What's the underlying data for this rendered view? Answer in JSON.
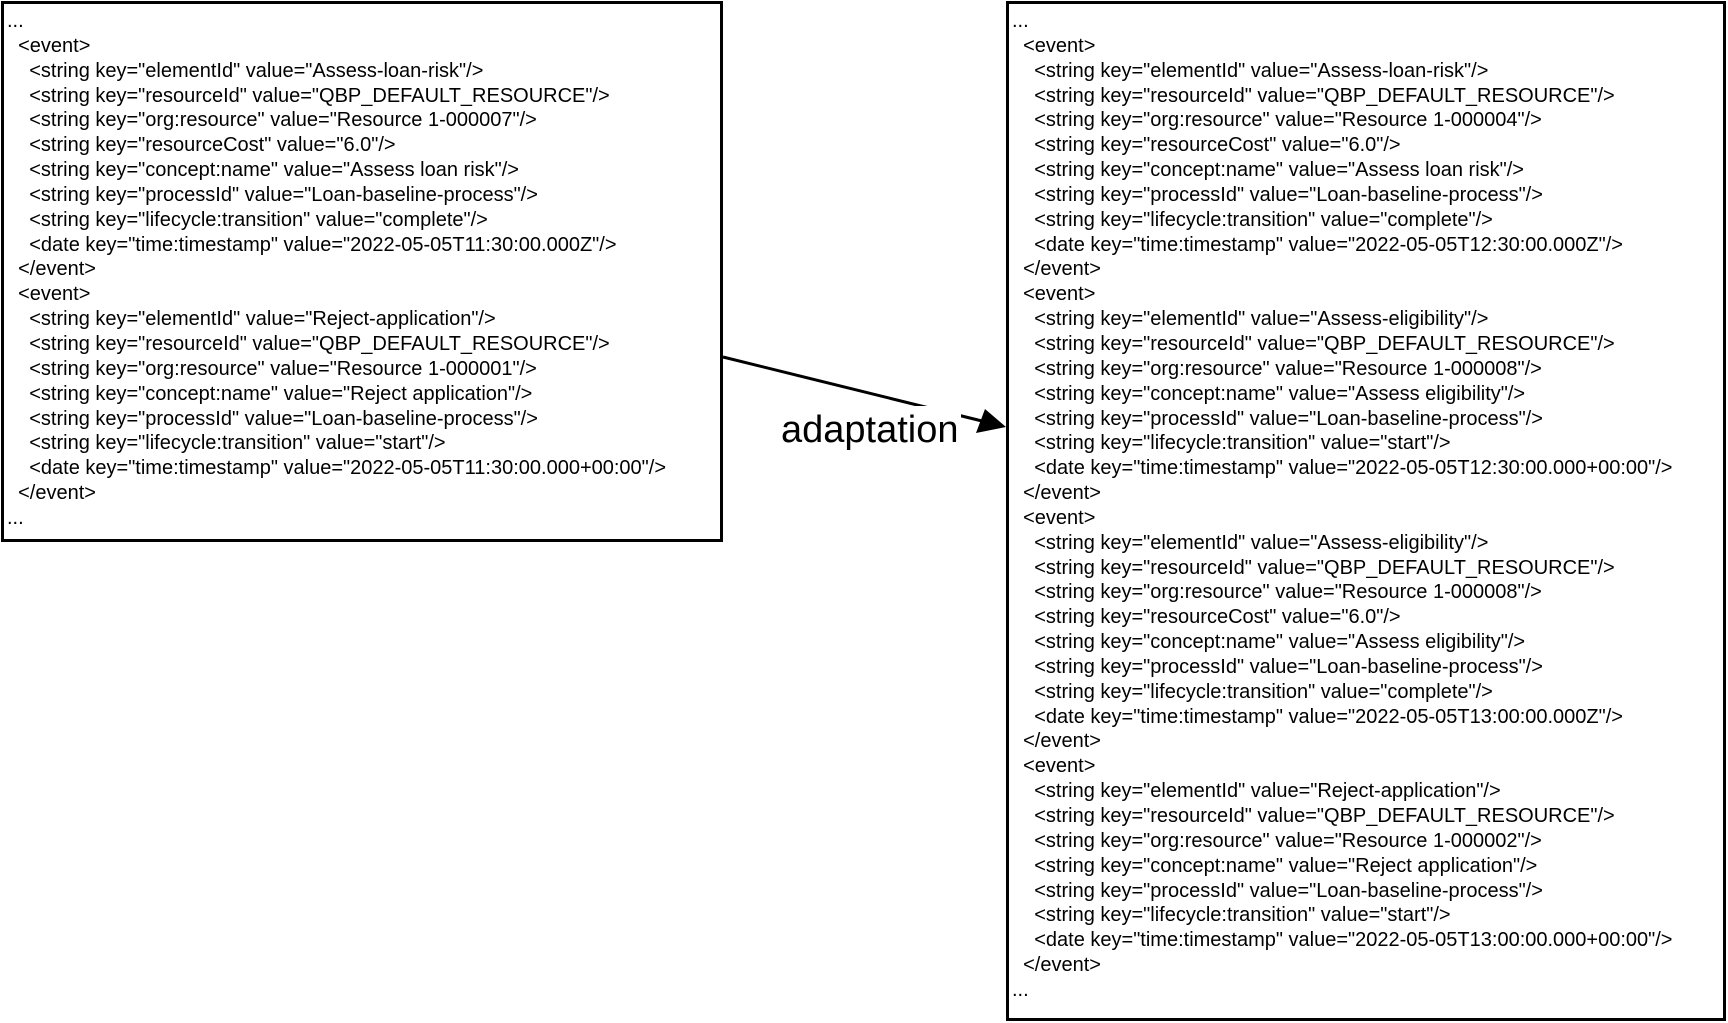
{
  "diagram": {
    "edge_label": "adaptation",
    "left_box": {
      "lines": [
        "...",
        "  <event>",
        "    <string key=\"elementId\" value=\"Assess-loan-risk\"/>",
        "    <string key=\"resourceId\" value=\"QBP_DEFAULT_RESOURCE\"/>",
        "    <string key=\"org:resource\" value=\"Resource 1-000007\"/>",
        "    <string key=\"resourceCost\" value=\"6.0\"/>",
        "    <string key=\"concept:name\" value=\"Assess loan risk\"/>",
        "    <string key=\"processId\" value=\"Loan-baseline-process\"/>",
        "    <string key=\"lifecycle:transition\" value=\"complete\"/>",
        "    <date key=\"time:timestamp\" value=\"2022-05-05T11:30:00.000Z\"/>",
        "  </event>",
        "  <event>",
        "    <string key=\"elementId\" value=\"Reject-application\"/>",
        "    <string key=\"resourceId\" value=\"QBP_DEFAULT_RESOURCE\"/>",
        "    <string key=\"org:resource\" value=\"Resource 1-000001\"/>",
        "    <string key=\"concept:name\" value=\"Reject application\"/>",
        "    <string key=\"processId\" value=\"Loan-baseline-process\"/>",
        "    <string key=\"lifecycle:transition\" value=\"start\"/>",
        "    <date key=\"time:timestamp\" value=\"2022-05-05T11:30:00.000+00:00\"/>",
        "  </event>",
        "..."
      ]
    },
    "right_box": {
      "lines": [
        "...",
        "  <event>",
        "    <string key=\"elementId\" value=\"Assess-loan-risk\"/>",
        "    <string key=\"resourceId\" value=\"QBP_DEFAULT_RESOURCE\"/>",
        "    <string key=\"org:resource\" value=\"Resource 1-000004\"/>",
        "    <string key=\"resourceCost\" value=\"6.0\"/>",
        "    <string key=\"concept:name\" value=\"Assess loan risk\"/>",
        "    <string key=\"processId\" value=\"Loan-baseline-process\"/>",
        "    <string key=\"lifecycle:transition\" value=\"complete\"/>",
        "    <date key=\"time:timestamp\" value=\"2022-05-05T12:30:00.000Z\"/>",
        "  </event>",
        "  <event>",
        "    <string key=\"elementId\" value=\"Assess-eligibility\"/>",
        "    <string key=\"resourceId\" value=\"QBP_DEFAULT_RESOURCE\"/>",
        "    <string key=\"org:resource\" value=\"Resource 1-000008\"/>",
        "    <string key=\"concept:name\" value=\"Assess eligibility\"/>",
        "    <string key=\"processId\" value=\"Loan-baseline-process\"/>",
        "    <string key=\"lifecycle:transition\" value=\"start\"/>",
        "    <date key=\"time:timestamp\" value=\"2022-05-05T12:30:00.000+00:00\"/>",
        "  </event>",
        "  <event>",
        "    <string key=\"elementId\" value=\"Assess-eligibility\"/>",
        "    <string key=\"resourceId\" value=\"QBP_DEFAULT_RESOURCE\"/>",
        "    <string key=\"org:resource\" value=\"Resource 1-000008\"/>",
        "    <string key=\"resourceCost\" value=\"6.0\"/>",
        "    <string key=\"concept:name\" value=\"Assess eligibility\"/>",
        "    <string key=\"processId\" value=\"Loan-baseline-process\"/>",
        "    <string key=\"lifecycle:transition\" value=\"complete\"/>",
        "    <date key=\"time:timestamp\" value=\"2022-05-05T13:00:00.000Z\"/>",
        "  </event>",
        "  <event>",
        "    <string key=\"elementId\" value=\"Reject-application\"/>",
        "    <string key=\"resourceId\" value=\"QBP_DEFAULT_RESOURCE\"/>",
        "    <string key=\"org:resource\" value=\"Resource 1-000002\"/>",
        "    <string key=\"concept:name\" value=\"Reject application\"/>",
        "    <string key=\"processId\" value=\"Loan-baseline-process\"/>",
        "    <string key=\"lifecycle:transition\" value=\"start\"/>",
        "    <date key=\"time:timestamp\" value=\"2022-05-05T13:00:00.000+00:00\"/>",
        "  </event>",
        "..."
      ]
    }
  }
}
